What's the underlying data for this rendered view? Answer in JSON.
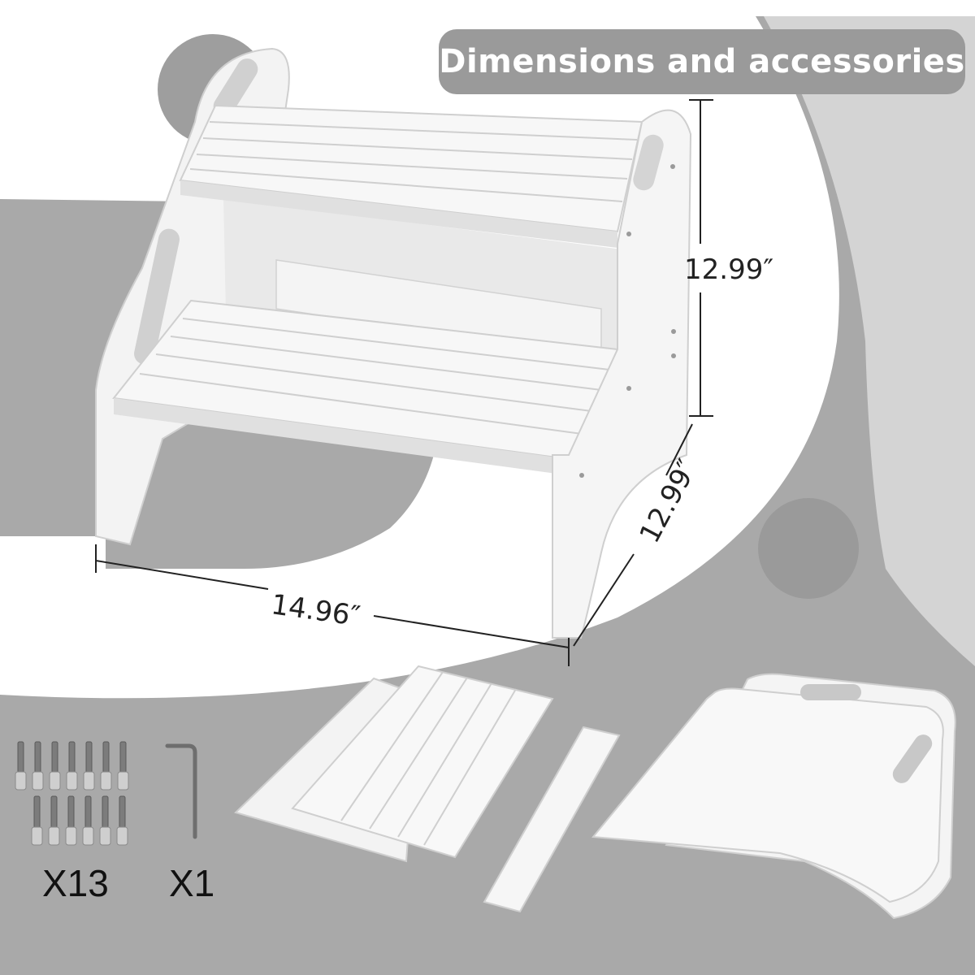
{
  "title": "Dimensions and accessories",
  "dimensions": {
    "height": "12.99″",
    "width": "14.96″",
    "depth": "12.99″"
  },
  "accessories": {
    "screws_qty": "X13",
    "hex_key_qty": "X1"
  },
  "colors": {
    "background_gray": "#a9a9a9",
    "background_light": "#d6d6d6",
    "pill": "#9a9a9a",
    "stool_white": "#f6f6f6"
  }
}
